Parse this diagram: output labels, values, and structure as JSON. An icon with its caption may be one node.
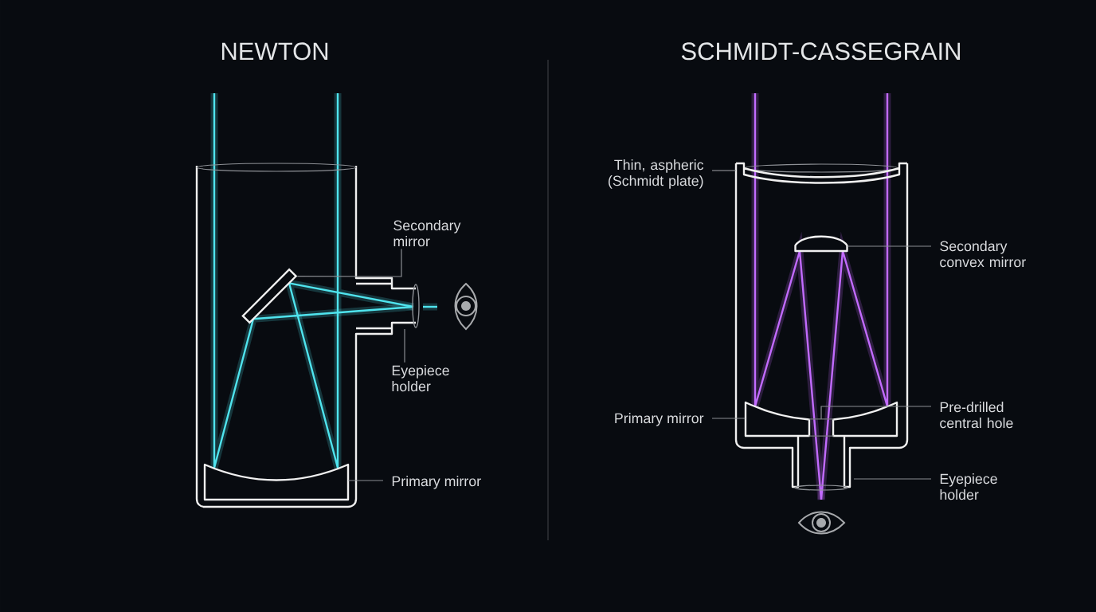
{
  "diagram": {
    "nodes": [
      {
        "text": [
          "Secondary mirror"
        ]
      },
      {
        "text": [
          "Eyepiece holder"
        ]
      },
      {
        "text": [
          "Primary mirror"
        ]
      },
      {
        "text": [
          "Thin, aspheric (Schmidt plate)"
        ]
      },
      {
        "text": [
          "Secondary convex mirror"
        ]
      },
      {
        "text": [
          "Primary mirror"
        ]
      },
      {
        "text": [
          "Pre-drilled central hole"
        ]
      },
      {
        "text": [
          "Eyepiece holder"
        ]
      },
      {
        "text": [],
        "shape": "bar"
      },
      {
        "text": [],
        "shape": "box"
      },
      {
        "text": [],
        "shape": "box"
      },
      {
        "text": [],
        "shape": "box"
      },
      {
        "text": [],
        "shape": "box",
        "in": 11
      },
      {
        "text": [],
        "shape": "bar"
      }
    ],
    "edges": [
      {
        "from": 0,
        "to": 8,
        "arrow": "none"
      },
      {
        "from": 1,
        "to": null,
        "arrow": "none"
      },
      {
        "from": 2,
        "to": 9,
        "arrow": "none"
      },
      {
        "from": 3,
        "to": 13,
        "arrow": "none"
      },
      {
        "from": 4,
        "to": 10,
        "arrow": "none"
      },
      {
        "from": 5,
        "to": 11,
        "arrow": "none"
      },
      {
        "from": 6,
        "to": 12,
        "arrow": "none"
      },
      {
        "from": 7,
        "to": null,
        "arrow": "none"
      }
    ],
    "labels": [
      "NEWTON",
      "SCHMIDT-CASSEGRAIN"
    ]
  }
}
